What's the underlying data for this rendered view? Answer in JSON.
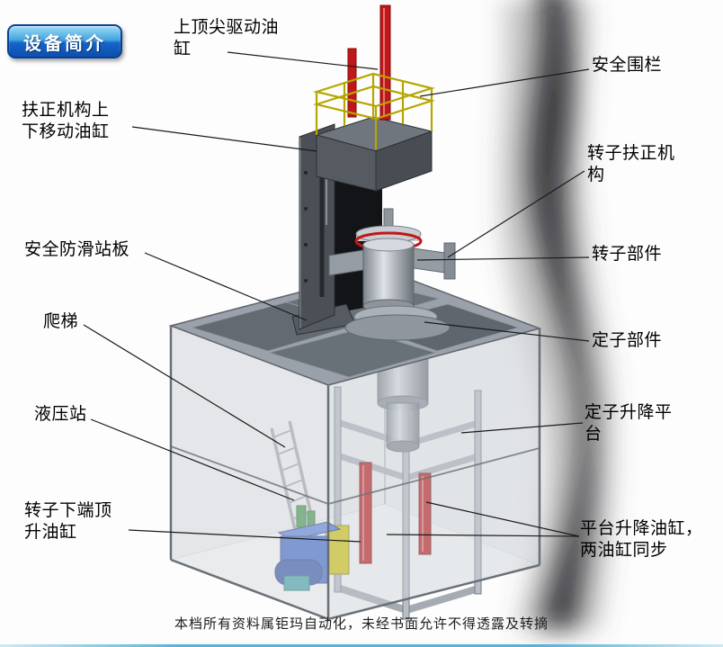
{
  "badge": {
    "label": "设备简介"
  },
  "watermark": "本档所有资料属钜玛自动化，未经书面允许不得透露及转摘",
  "labels": {
    "top_tip_cylinder": "上顶尖驱动油\n缸",
    "safety_fence": "安全围栏",
    "centering_cylinder": "扶正机构上\n下移动油缸",
    "rotor_centering": "转子扶正机\n构",
    "antislip_platform": "安全防滑站板",
    "rotor_part": "转子部件",
    "ladder": "爬梯",
    "stator_part": "定子部件",
    "hydraulic_station": "液压站",
    "stator_lift_platform": "定子升降平\n台",
    "rotor_jack_cylinder": "转子下端顶\n升油缸",
    "platform_lift_cylinders": "平台升降油缸，\n两油缸同步"
  },
  "colors": {
    "cylinder_red": "#c01818",
    "railing_yellow": "#b6a600",
    "hydraulic_blue": "#2a57c8",
    "hydraulic_yellow": "#d6c80a",
    "frame_gray": "#9aa1aa",
    "badge_blue": "#1565c8"
  }
}
